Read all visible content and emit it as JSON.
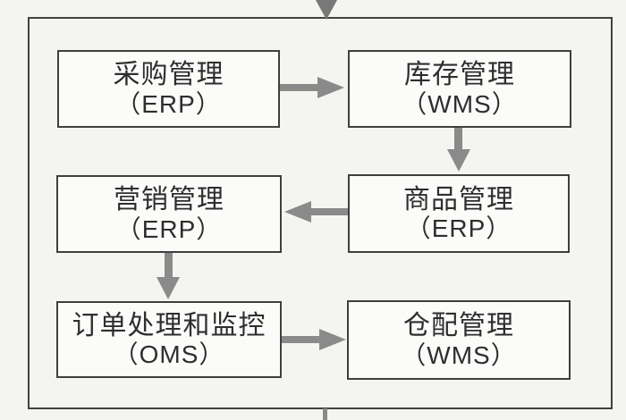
{
  "diagram": {
    "type": "flowchart",
    "colors": {
      "background": "#f4f4f1",
      "node_fill": "#fbfbf9",
      "node_border": "#3f3f3f",
      "frame_border": "#414141",
      "arrow": "#8a8a8a",
      "text": "#2e2e2e"
    },
    "nodes": [
      {
        "name": "采购管理",
        "system": "（ERP）"
      },
      {
        "name": "库存管理",
        "system": "（WMS）"
      },
      {
        "name": "营销管理",
        "system": "（ERP）"
      },
      {
        "name": "商品管理",
        "system": "（ERP）"
      },
      {
        "name": "订单处理和监控",
        "system": "（OMS）"
      },
      {
        "name": "仓配管理",
        "system": "（WMS）"
      }
    ],
    "edges": [
      {
        "from": "采购管理（ERP）",
        "to": "库存管理（WMS）",
        "direction": "right"
      },
      {
        "from": "库存管理（WMS）",
        "to": "商品管理（ERP）",
        "direction": "down"
      },
      {
        "from": "商品管理（ERP）",
        "to": "营销管理（ERP）",
        "direction": "left"
      },
      {
        "from": "营销管理（ERP）",
        "to": "订单处理和监控（OMS）",
        "direction": "down"
      },
      {
        "from": "订单处理和监控（OMS）",
        "to": "仓配管理（WMS）",
        "direction": "right"
      },
      {
        "from": "external-top",
        "to": "system-boundary",
        "direction": "down"
      },
      {
        "from": "system-boundary",
        "to": "external-bottom",
        "direction": "down"
      }
    ]
  }
}
